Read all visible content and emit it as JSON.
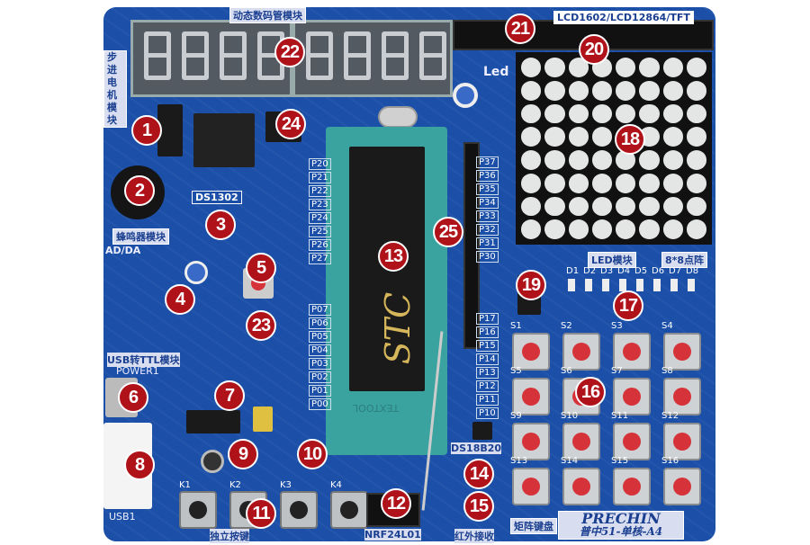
{
  "labels": {
    "seg_module": "动态数码管模块",
    "lcd_header": "LCD1602/LCD12864/TFT",
    "stepper": "步进电机模块",
    "buzzer": "蜂鸣器模块",
    "rtc": "DS1302",
    "adda": "AD/DA",
    "usb_ttl": "USB转TTL模块",
    "power": "POWER1",
    "usb": "USB1",
    "keys": "独立按键",
    "nrf": "NRF24L01",
    "ir": "红外接收",
    "temp": "DS18B20",
    "led_module": "LED模块",
    "matrix": "8*8点阵",
    "keypad": "矩阵键盘",
    "brand": "PRECHIN",
    "model": "普中51-单核-A4",
    "mcu": "STC",
    "led": "Led",
    "socket_brand": "TEXTOOL"
  },
  "seg_digits": 8,
  "pins_a": [
    "P20",
    "P21",
    "P22",
    "P23",
    "P24",
    "P25",
    "P26",
    "P27"
  ],
  "pins_b": [
    "P07",
    "P06",
    "P05",
    "P04",
    "P03",
    "P02",
    "P01",
    "P00"
  ],
  "pins_c": [
    "P37",
    "P36",
    "P35",
    "P34",
    "P33",
    "P32",
    "P31",
    "P30"
  ],
  "pins_d": [
    "P17",
    "P16",
    "P15",
    "P14",
    "P13",
    "P12",
    "P11",
    "P10"
  ],
  "leds": [
    "D1",
    "D2",
    "D3",
    "D4",
    "D5",
    "D6",
    "D7",
    "D8"
  ],
  "keypad_keys": [
    "S1",
    "S2",
    "S3",
    "S4",
    "S5",
    "S6",
    "S7",
    "S8",
    "S9",
    "S10",
    "S11",
    "S12",
    "S13",
    "S14",
    "S15",
    "S16"
  ],
  "independent_keys": [
    "K1",
    "K2",
    "K3",
    "K4"
  ],
  "markers": [
    "1",
    "2",
    "3",
    "4",
    "5",
    "6",
    "7",
    "8",
    "9",
    "10",
    "11",
    "12",
    "13",
    "14",
    "15",
    "16",
    "17",
    "18",
    "19",
    "20",
    "21",
    "22",
    "23",
    "24",
    "25"
  ],
  "colors": {
    "board": "#1b4fa8",
    "marker": "#b0121a",
    "key": "#d6323a",
    "socket": "#3aa3a0"
  }
}
